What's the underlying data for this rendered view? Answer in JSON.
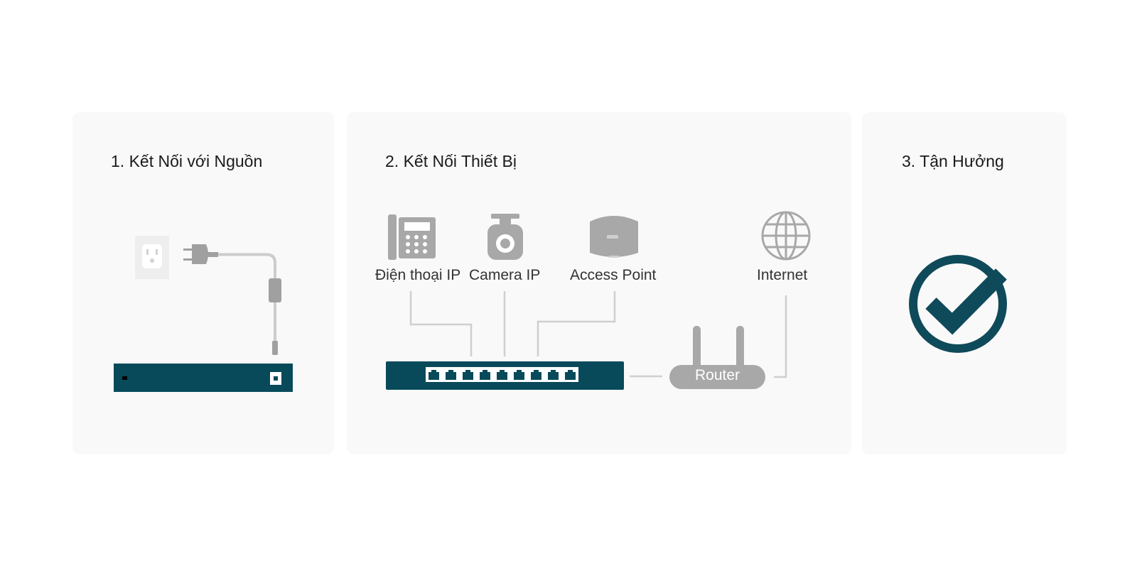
{
  "steps": [
    {
      "title": "1. Kết Nối với Nguồn"
    },
    {
      "title": "2. Kết Nối Thiết Bị"
    },
    {
      "title": "3. Tận Hưởng"
    }
  ],
  "devices": {
    "phone": "Điện thoại IP",
    "camera": "Camera IP",
    "access_point": "Access Point",
    "internet": "Internet",
    "router": "Router"
  },
  "colors": {
    "switch": "#084a5a",
    "check": "#0f4a5a",
    "device_gray": "#a8a8a8",
    "line_gray": "#cfcfcf"
  },
  "icons": [
    "power-outlet-icon",
    "power-plug-icon",
    "ip-phone-icon",
    "ip-camera-icon",
    "access-point-icon",
    "globe-icon",
    "router-icon",
    "switch-icon",
    "checkmark-icon"
  ]
}
